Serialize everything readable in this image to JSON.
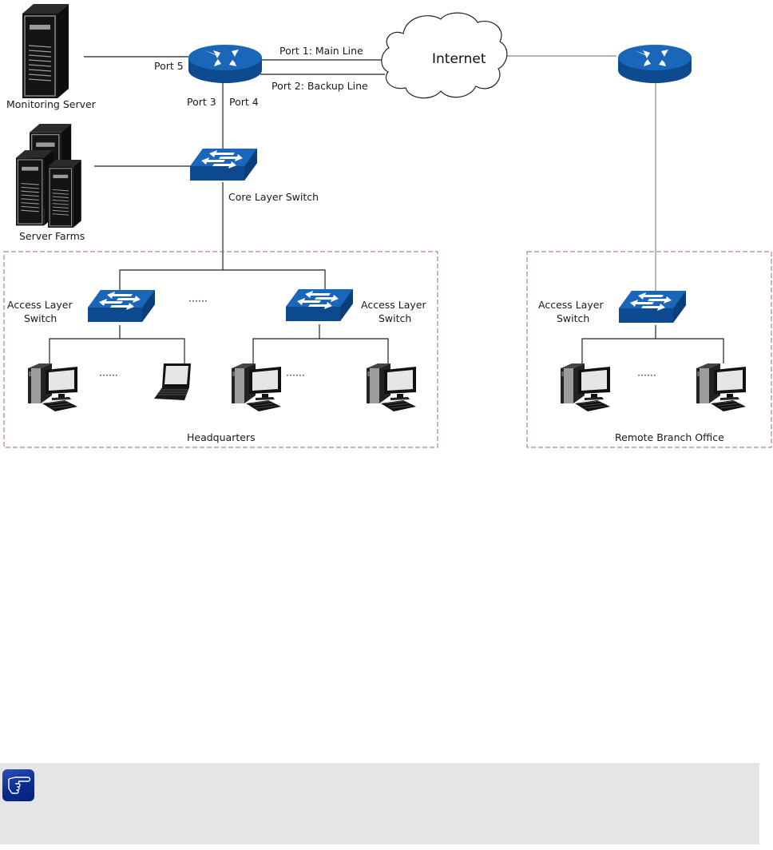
{
  "diagram": {
    "title": "Network topology",
    "colors": {
      "device_blue": "#1560b0",
      "device_blue_dark": "#0d4a8f",
      "group_border": "#b0607a",
      "line": "#222222",
      "note_bg": "#e5e5e5",
      "note_icon": "#0a2c8f"
    },
    "nodes": {
      "monitoring_server": "Monitoring Server",
      "hq_router": "",
      "internet": "Internet",
      "branch_router": "",
      "core_switch": "Core Layer Switch",
      "server_farms": "Server Farms",
      "hq_access_switch_left": "Access Layer Switch",
      "hq_access_switch_right": "Access Layer Switch",
      "branch_access_switch": "Access Layer Switch"
    },
    "access_switch_label_lines": [
      "Access Layer",
      "Switch"
    ],
    "ports": {
      "port1": "Port 1: Main Line",
      "port2": "Port 2: Backup Line",
      "port3": "Port 3",
      "port4": "Port 4",
      "port5": "Port 5"
    },
    "ellipsis": "······",
    "groups": {
      "headquarters": "Headquarters",
      "branch": "Remote Branch Office"
    }
  },
  "note": {
    "icon": "pointing-hand-icon",
    "text": ""
  }
}
